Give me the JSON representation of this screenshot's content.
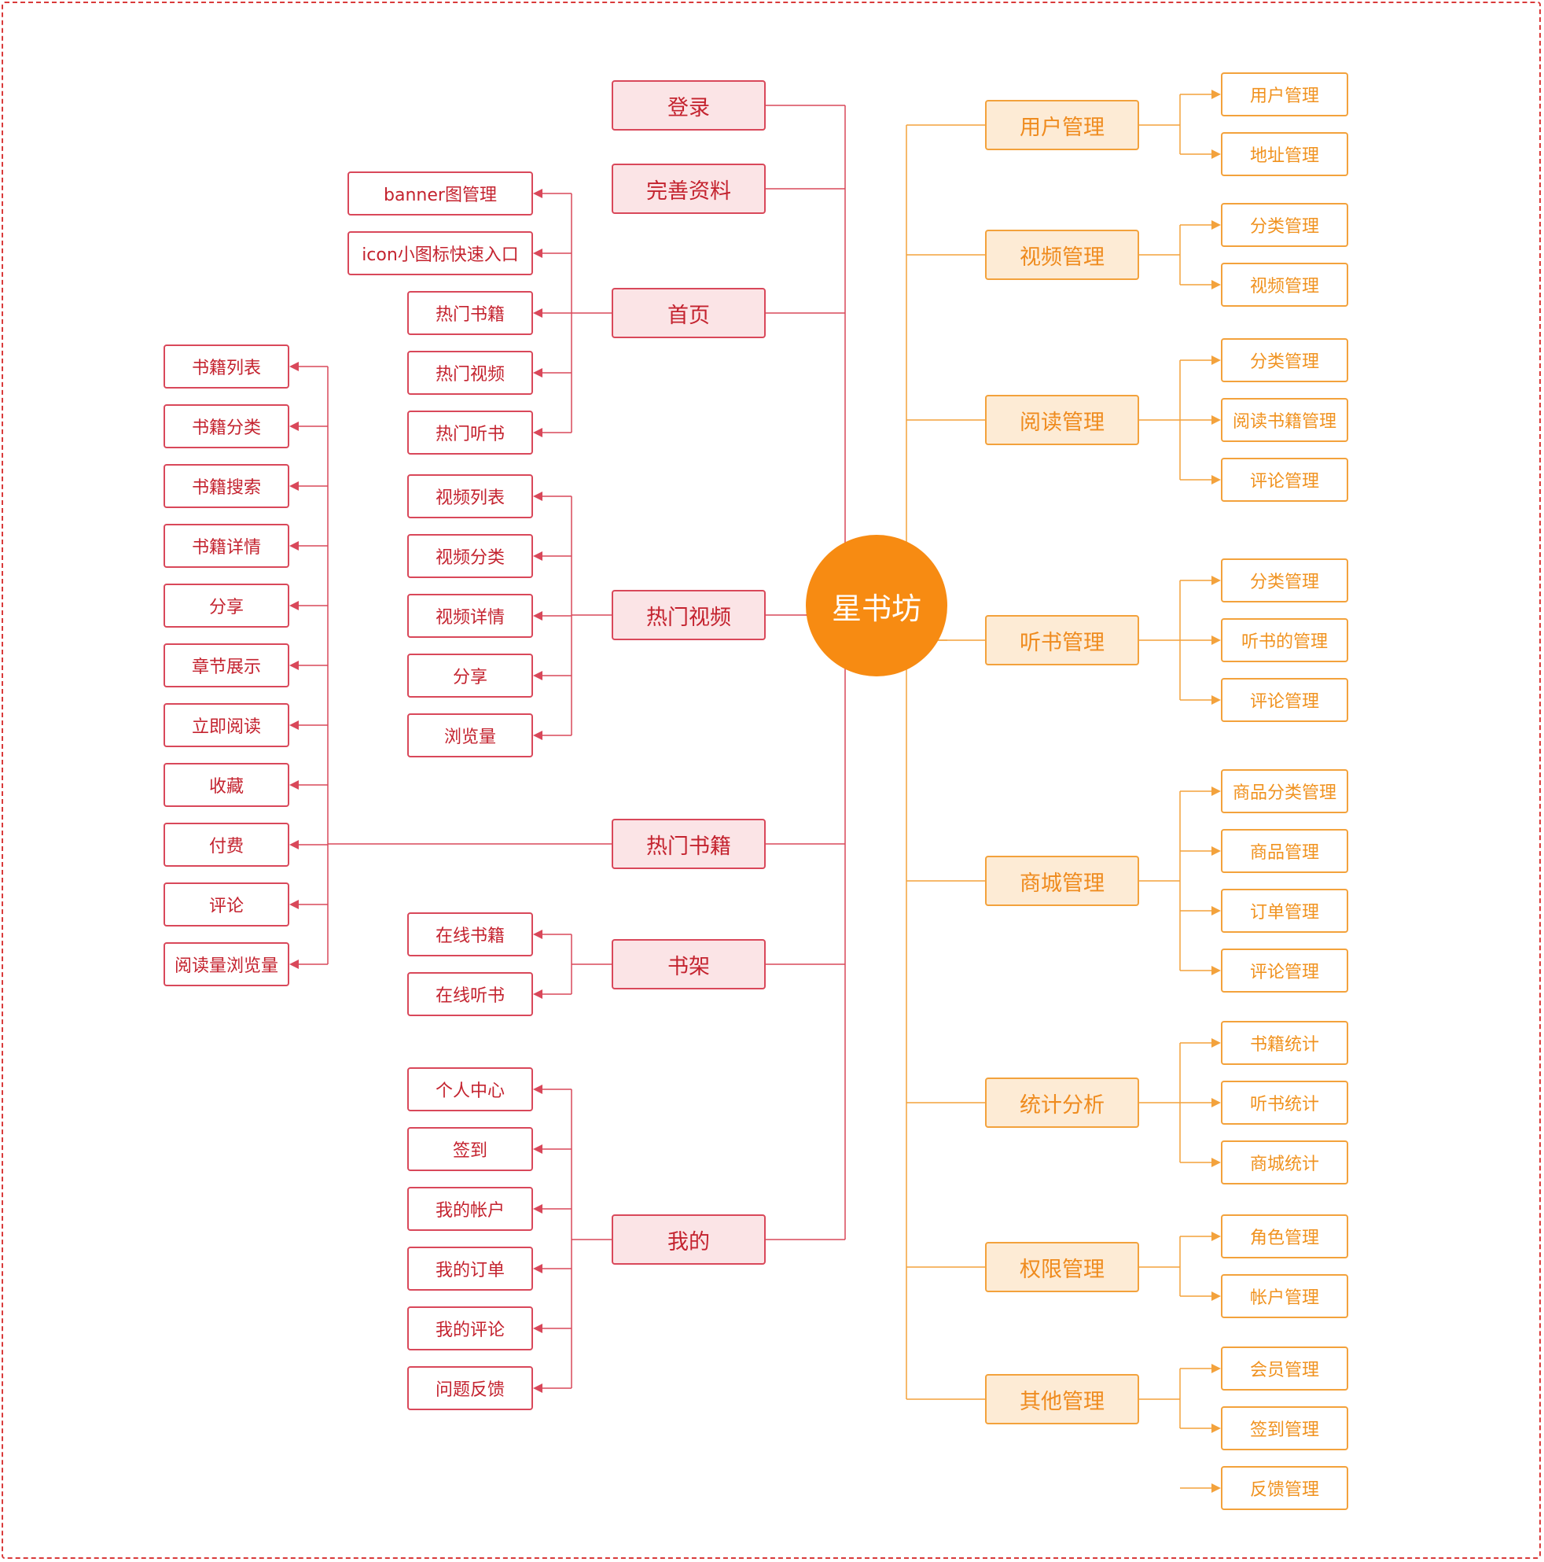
{
  "colors": {
    "left_line": "#d9485a",
    "left_text": "#c4232f",
    "left_main_fill": "#fbe4e6",
    "right_line": "#f3a23c",
    "right_text": "#ef8b1e",
    "right_main_fill": "#fdebd5",
    "center_fill": "#f78b12"
  },
  "center": {
    "label": "星书坊"
  },
  "left": {
    "login": {
      "label": "登录"
    },
    "profile": {
      "label": "完善资料"
    },
    "home": {
      "label": "首页",
      "children": [
        "banner图管理",
        "icon小图标快速入口",
        "热门书籍",
        "热门视频",
        "热门听书"
      ]
    },
    "videos": {
      "label": "热门视频",
      "children": [
        "视频列表",
        "视频分类",
        "视频详情",
        "分享",
        "浏览量"
      ]
    },
    "books": {
      "label": "热门书籍",
      "children": [
        "书籍列表",
        "书籍分类",
        "书籍搜索",
        "书籍详情",
        "分享",
        "章节展示",
        "立即阅读",
        "收藏",
        "付费",
        "评论",
        "阅读量浏览量"
      ]
    },
    "shelf": {
      "label": "书架",
      "children": [
        "在线书籍",
        "在线听书"
      ]
    },
    "mine": {
      "label": "我的",
      "children": [
        "个人中心",
        "签到",
        "我的帐户",
        "我的订单",
        "我的评论",
        "问题反馈"
      ]
    }
  },
  "right": [
    {
      "label": "用户管理",
      "children": [
        "用户管理",
        "地址管理"
      ]
    },
    {
      "label": "视频管理",
      "children": [
        "分类管理",
        "视频管理"
      ]
    },
    {
      "label": "阅读管理",
      "children": [
        "分类管理",
        "阅读书籍管理",
        "评论管理"
      ]
    },
    {
      "label": "听书管理",
      "children": [
        "分类管理",
        "听书的管理",
        "评论管理"
      ]
    },
    {
      "label": "商城管理",
      "children": [
        "商品分类管理",
        "商品管理",
        "订单管理",
        "评论管理"
      ]
    },
    {
      "label": "统计分析",
      "children": [
        "书籍统计",
        "听书统计",
        "商城统计"
      ]
    },
    {
      "label": "权限管理",
      "children": [
        "角色管理",
        "帐户管理"
      ]
    },
    {
      "label": "其他管理",
      "children": [
        "会员管理",
        "签到管理",
        "反馈管理"
      ]
    }
  ]
}
